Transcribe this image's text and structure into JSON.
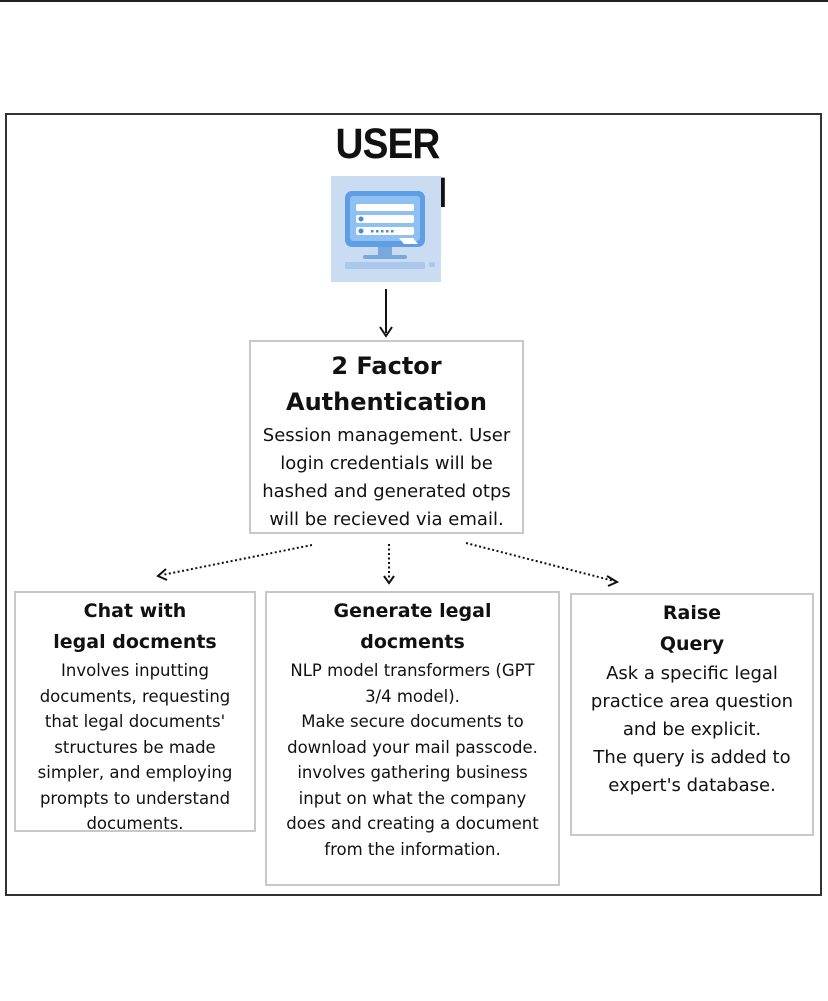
{
  "title": "USER LOGIN",
  "auth": {
    "title_lines": [
      "2 Factor",
      "Authentication"
    ],
    "desc_lines": [
      "Session management. User",
      "login credentials will be",
      "hashed and generated otps",
      "will be recieved via email."
    ]
  },
  "chat": {
    "title_lines": [
      "Chat with",
      "legal docments"
    ],
    "desc_lines": [
      "Involves inputting",
      "documents, requesting",
      "that legal documents'",
      "structures be made",
      "simpler, and employing",
      "prompts to understand",
      "documents."
    ]
  },
  "generate": {
    "title_lines": [
      "Generate legal",
      "docments"
    ],
    "desc_lines": [
      "NLP model transformers (GPT",
      "3/4 model).",
      "Make secure documents to",
      "download your mail passcode.",
      "involves gathering business",
      "input on what the company",
      "does and creating a document",
      "from the information."
    ]
  },
  "query": {
    "title_lines": [
      "Raise",
      "Query"
    ],
    "desc_lines": [
      "Ask a specific legal",
      "practice area question",
      "and be explicit.",
      "The query is added to",
      "expert's database."
    ]
  },
  "colors": {
    "box_border": "#c8c8c8",
    "frame": "#333333",
    "illustration_bg": "#c9dcf2",
    "monitor_blue": "#4a8ad8"
  }
}
